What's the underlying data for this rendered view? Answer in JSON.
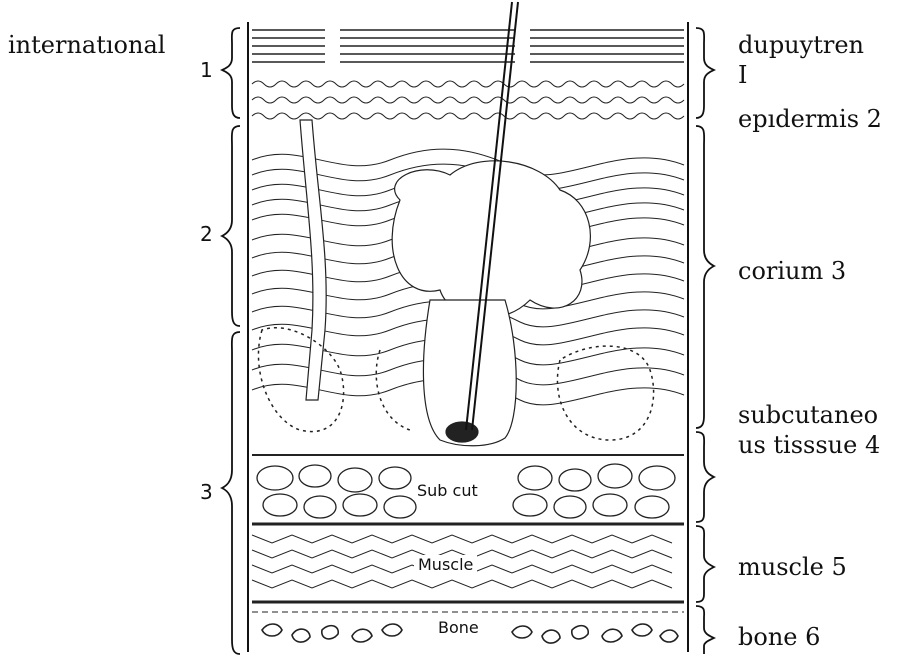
{
  "left_labels": {
    "title": "internatıonal",
    "layer_1": "1",
    "layer_2": "2",
    "layer_3": "3"
  },
  "right_labels": {
    "l1": "dupuytren\n  I",
    "l2": "epıdermis 2",
    "l3": "corium 3",
    "l4": "subcutaneo\nus tisssue 4",
    "l5": "muscle 5",
    "l6": "bone 6"
  },
  "inner_labels": {
    "sub_cut": "Sub cut",
    "muscle": "Muscle",
    "bone": "Bone"
  }
}
